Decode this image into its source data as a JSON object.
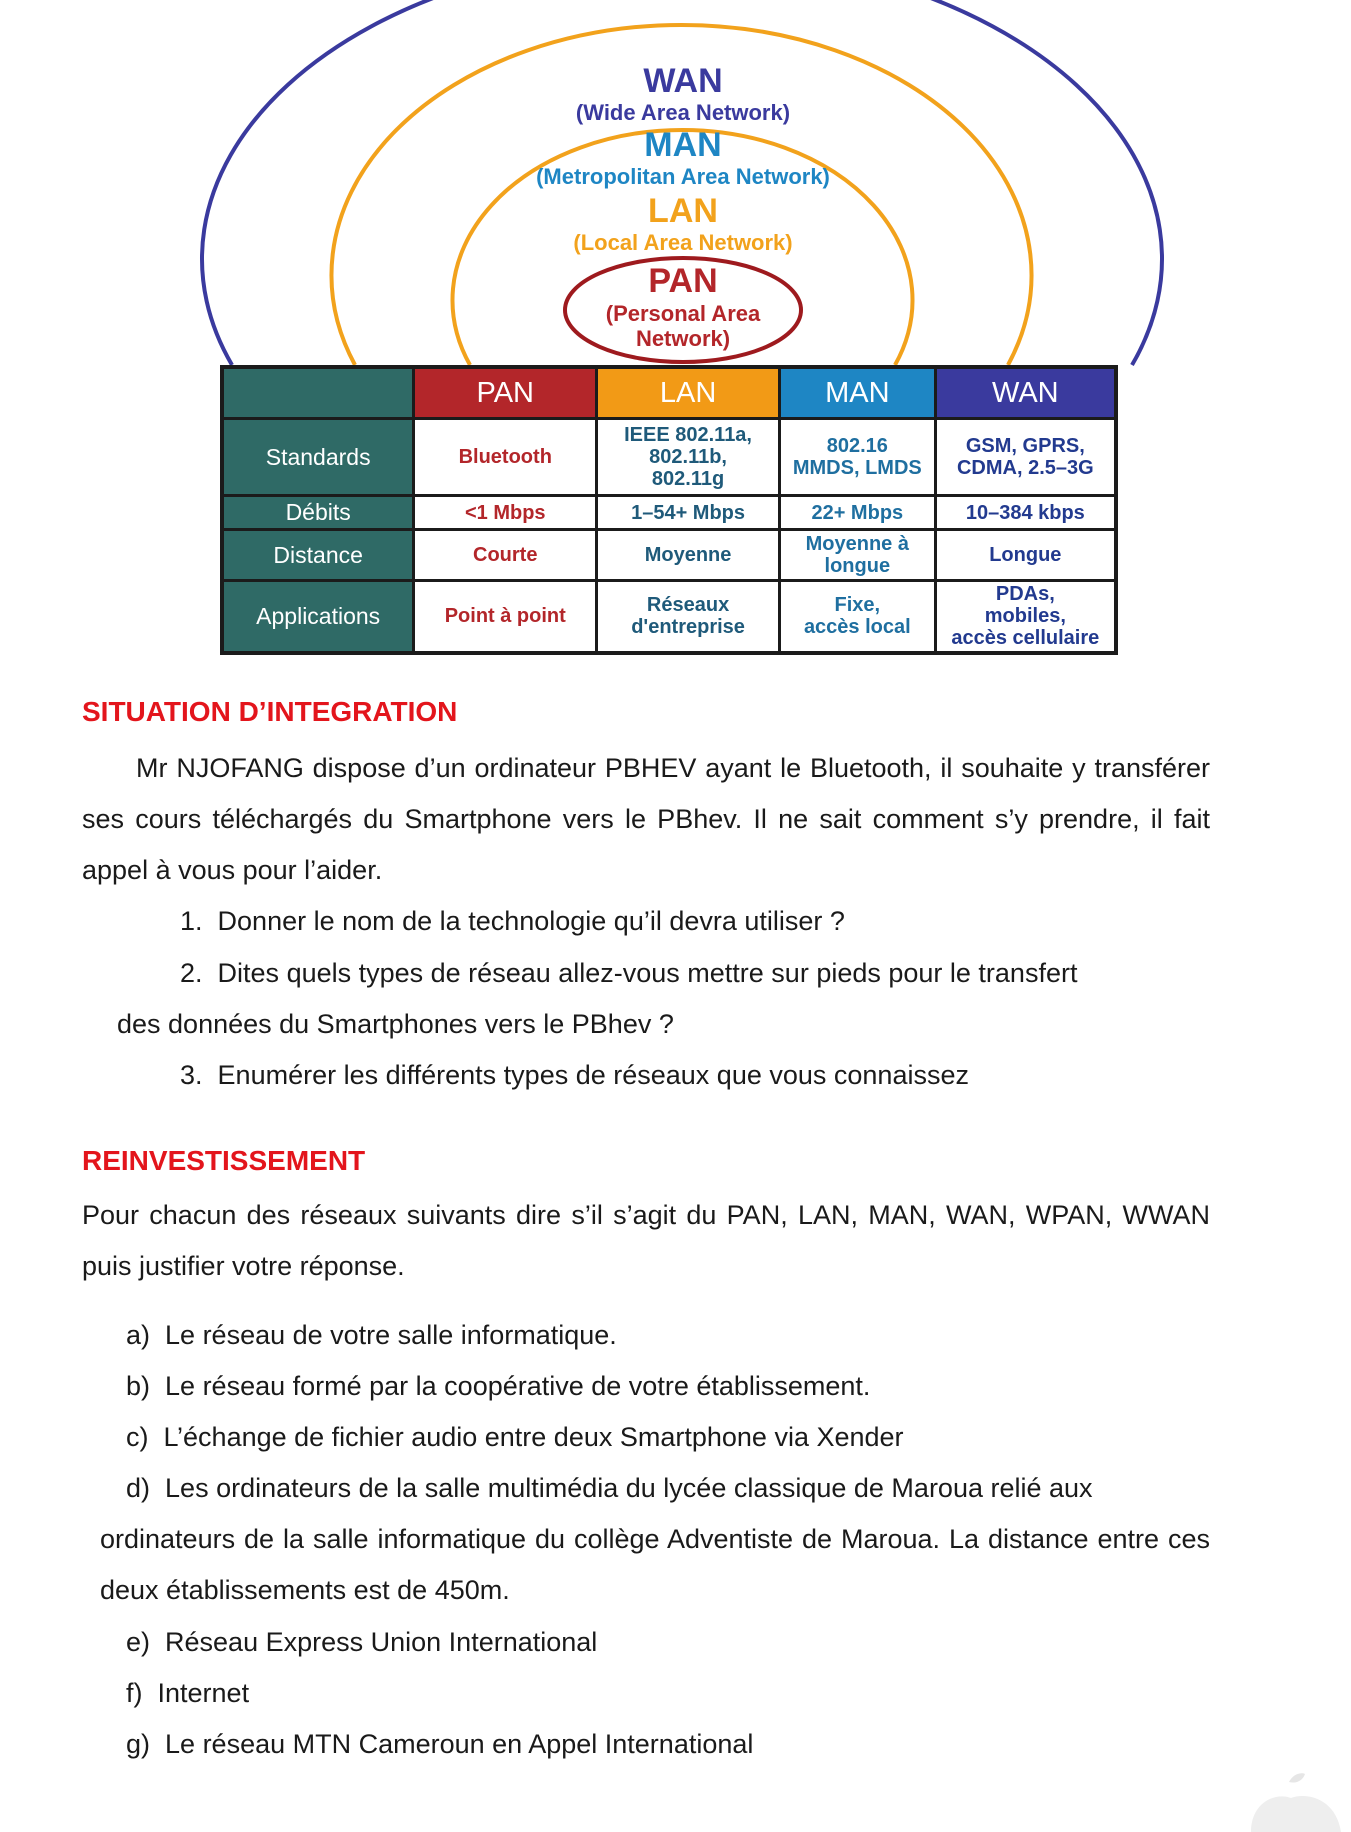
{
  "diagram": {
    "wan": {
      "title": "WAN",
      "subtitle": "(Wide Area Network)",
      "color": "#3a3a9e"
    },
    "man": {
      "title": "MAN",
      "subtitle": "(Metropolitan Area Network)",
      "color": "#1e86c4"
    },
    "lan": {
      "title": "LAN",
      "subtitle": "(Local Area Network)",
      "color": "#f2a21c"
    },
    "pan": {
      "title": "PAN",
      "subtitle_line1": "(Personal Area",
      "subtitle_line2": "Network)",
      "color": "#b3262a"
    }
  },
  "table": {
    "headers": [
      "",
      "PAN",
      "LAN",
      "MAN",
      "WAN"
    ],
    "rows": [
      {
        "label": "Standards",
        "cells": [
          [
            "Bluetooth"
          ],
          [
            "IEEE 802.11a,",
            "802.11b,",
            "802.11g"
          ],
          [
            "802.16",
            "MMDS, LMDS"
          ],
          [
            "GSM, GPRS,",
            "CDMA, 2.5–3G"
          ]
        ]
      },
      {
        "label": "Débits",
        "cells": [
          [
            "<1 Mbps"
          ],
          [
            "1–54+ Mbps"
          ],
          [
            "22+ Mbps"
          ],
          [
            "10–384 kbps"
          ]
        ]
      },
      {
        "label": "Distance",
        "cells": [
          [
            "Courte"
          ],
          [
            "Moyenne"
          ],
          [
            "Moyenne à",
            "longue"
          ],
          [
            "Longue"
          ]
        ]
      },
      {
        "label": "Applications",
        "cells": [
          [
            "Point à point"
          ],
          [
            "Réseaux",
            "d'entreprise"
          ],
          [
            "Fixe,",
            "accès local"
          ],
          [
            "PDAs,",
            "mobiles,",
            "accès cellulaire"
          ]
        ]
      }
    ]
  },
  "situation": {
    "heading": "SITUATION D’INTEGRATION",
    "paragraph": "Mr NJOFANG dispose d’un ordinateur PBHEV ayant le Bluetooth, il souhaite y transférer ses cours téléchargés du Smartphone vers le PBhev. Il ne sait comment s’y prendre, il fait appel à vous pour l’aider.",
    "questions": [
      {
        "num": "1.",
        "text": "Donner le nom de la technologie qu’il devra utiliser ?"
      },
      {
        "num": "2.",
        "text": "Dites quels types de réseau allez-vous mettre sur pieds pour le transfert",
        "cont": "des données du Smartphones vers le PBhev ?"
      },
      {
        "num": "3.",
        "text": "Enumérer les différents types de réseaux que vous connaissez"
      }
    ]
  },
  "reinvest": {
    "heading": "REINVESTISSEMENT",
    "intro": "Pour chacun des réseaux suivants dire s’il s’agit du PAN, LAN, MAN, WAN, WPAN, WWAN puis justifier votre réponse.",
    "items": [
      {
        "letter": "a)",
        "text": "Le réseau de votre salle informatique."
      },
      {
        "letter": "b)",
        "text": "Le réseau formé par la coopérative de votre établissement."
      },
      {
        "letter": "c)",
        "text": "L’échange de fichier audio entre deux Smartphone via Xender"
      },
      {
        "letter": "d)",
        "text": "Les ordinateurs de la salle multimédia du lycée classique de Maroua relié aux",
        "cont": "ordinateurs de la salle informatique du collège Adventiste de Maroua. La distance entre ces deux établissements est de 450m."
      },
      {
        "letter": "e)",
        "text": "Réseau Express Union International"
      },
      {
        "letter": "f)",
        "text": "Internet"
      },
      {
        "letter": "g)",
        "text": "Le réseau MTN Cameroun en Appel International"
      }
    ]
  }
}
